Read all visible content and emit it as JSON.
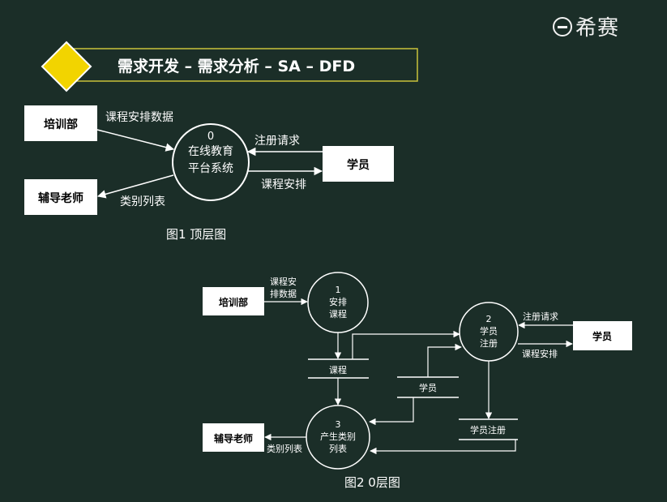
{
  "brand": {
    "name": "希赛"
  },
  "slide": {
    "title": "需求开发 – 需求分析 – SA – DFD"
  },
  "diagram1": {
    "caption": "图1 顶层图",
    "entities": {
      "training": "培训部",
      "tutor": "辅导老师",
      "student": "学员"
    },
    "process": {
      "number": "0",
      "line1": "在线教育",
      "line2": "平台系统"
    },
    "flows": {
      "schedule_data": "课程安排数据",
      "register_request": "注册请求",
      "course_schedule": "课程安排",
      "category_list": "类别列表"
    }
  },
  "diagram2": {
    "caption": "图2 0层图",
    "entities": {
      "training": "培训部",
      "tutor": "辅导老师",
      "student": "学员"
    },
    "processes": {
      "p1": {
        "number": "1",
        "line1": "安排",
        "line2": "课程"
      },
      "p2": {
        "number": "2",
        "line1": "学员",
        "line2": "注册"
      },
      "p3": {
        "number": "3",
        "line1": "产生类别",
        "line2": "列表"
      }
    },
    "stores": {
      "course": "课程",
      "student": "学员",
      "registration": "学员注册"
    },
    "flows": {
      "schedule_data_l1": "课程安",
      "schedule_data_l2": "排数据",
      "register_request": "注册请求",
      "course_schedule": "课程安排",
      "category_list": "类别列表"
    }
  },
  "colors": {
    "background": "#1b2e28",
    "line": "#ffffff",
    "title_border": "#c9c23a",
    "diamond": "#f2d400"
  }
}
